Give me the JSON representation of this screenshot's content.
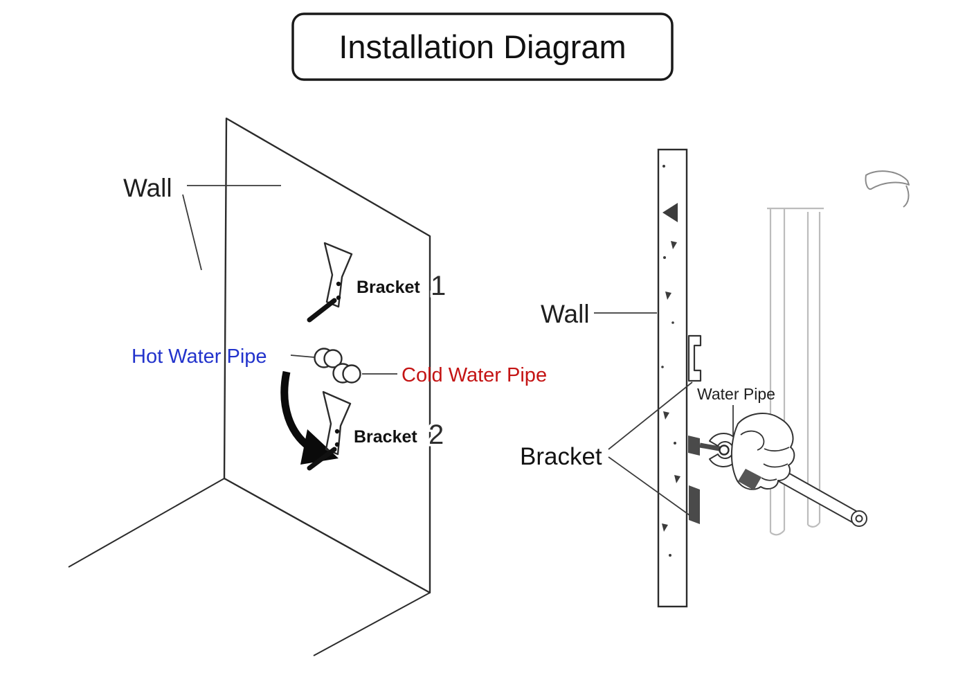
{
  "title": "Installation Diagram",
  "colors": {
    "line": "#2b2b2b",
    "hot_label": "#2233cc",
    "cold_label": "#c41414",
    "bracket_fill_dark": "#4a4a4a",
    "background_pipe_gray": "#bcbcbc"
  },
  "front_view": {
    "wall_label": "Wall",
    "bracket_top": {
      "label": "Bracket",
      "number": "1"
    },
    "bracket_bottom": {
      "label": "Bracket",
      "number": "2"
    },
    "hot_pipe_label": "Hot Water Pipe",
    "cold_pipe_label": "Cold Water Pipe"
  },
  "side_view": {
    "wall_label": "Wall",
    "bracket_label": "Bracket",
    "water_pipe_label": "Water Pipe"
  }
}
